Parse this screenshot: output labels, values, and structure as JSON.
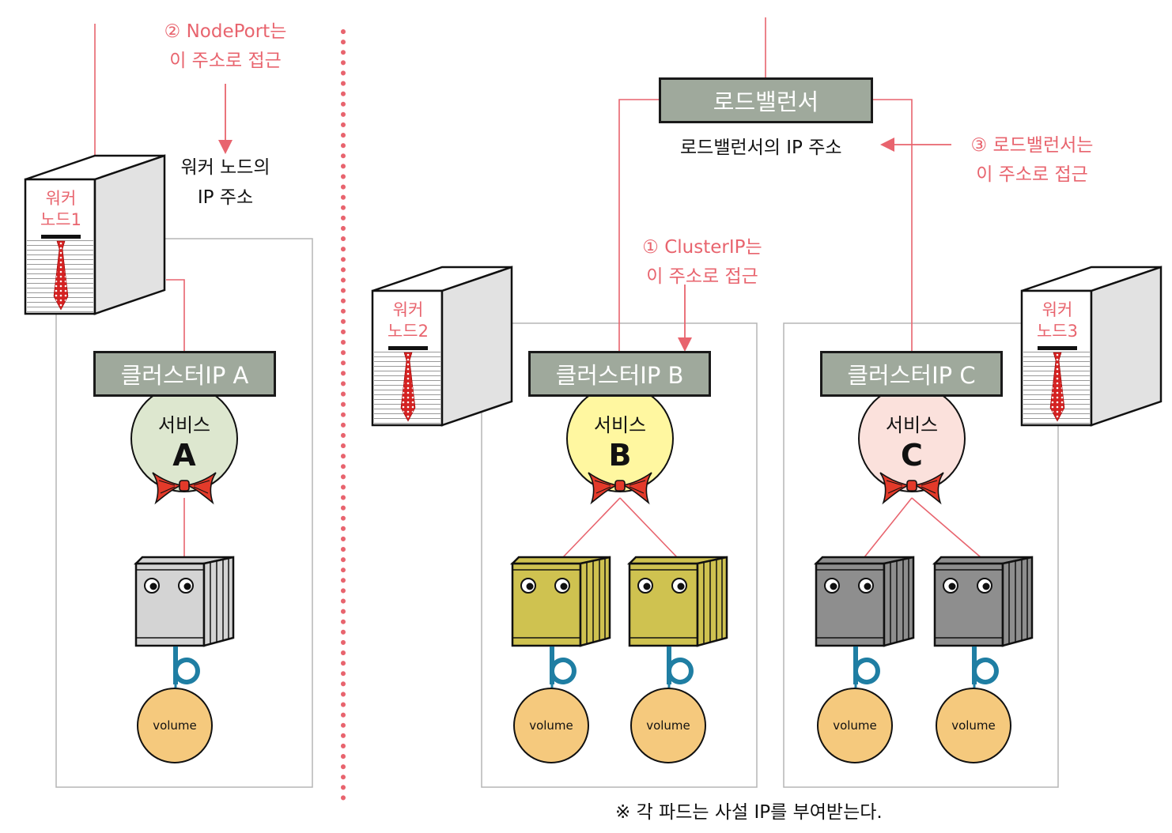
{
  "annotations": {
    "nodeport_line1": "② NodePort는",
    "nodeport_line2": "이 주소로 접근",
    "worker_ip_line1": "워커 노드의",
    "worker_ip_line2": "IP 주소",
    "clusterip_line1": "① ClusterIP는",
    "clusterip_line2": "이 주소로 접근",
    "lb_ip": "로드밸런서의 IP 주소",
    "lb_access_line1": "③ 로드밸런서는",
    "lb_access_line2": "이 주소로 접근",
    "footnote": "※ 각 파드는 사설 IP를 부여받는다."
  },
  "load_balancer": {
    "label": "로드밸런서"
  },
  "nodes": [
    {
      "line1": "워커",
      "line2": "노드1"
    },
    {
      "line1": "워커",
      "line2": "노드2"
    },
    {
      "line1": "워커",
      "line2": "노드3"
    }
  ],
  "clusters": [
    {
      "label": "클러스터IP A",
      "service_word": "서비스",
      "service_letter": "A",
      "color": "#dde7cf",
      "pod_color": "#d4d4d4"
    },
    {
      "label": "클러스터IP B",
      "service_word": "서비스",
      "service_letter": "B",
      "color": "#fff7a0",
      "pod_color": "#cfc250"
    },
    {
      "label": "클러스터IP C",
      "service_word": "서비스",
      "service_letter": "C",
      "color": "#fbe1dc",
      "pod_color": "#8e8e8e"
    }
  ],
  "volume_label": "volume",
  "colors": {
    "accent": "#e8646e",
    "volume": "#f5c97d",
    "link": "#1f7ea3"
  }
}
